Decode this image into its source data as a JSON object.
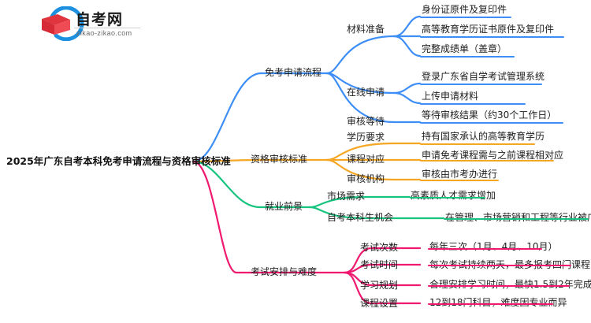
{
  "watermark": {
    "brand": "自考网",
    "domain": "zikao-zikao.com",
    "logo_icon": "graduation-cap-logo-icon",
    "arc_color": "#1e90e0",
    "cap_color": "#e0353f"
  },
  "mindmap": {
    "root": {
      "label": "2025年广东自考本科免考申请流程与资格审核标准"
    },
    "branches": [
      {
        "label": "免考申请流程",
        "color": "#3d8ef7",
        "children": [
          {
            "label": "材料准备",
            "leaves": [
              "身份证原件及复印件",
              "高等教育学历证书原件及复印件",
              "完整成绩单（盖章）"
            ]
          },
          {
            "label": "在线申请",
            "leaves": [
              "登录广东省自学考试管理系统",
              "上传申请材料"
            ]
          },
          {
            "label": "审核等待",
            "leaves": [
              "等待审核结果（约30个工作日）"
            ]
          }
        ]
      },
      {
        "label": "资格审核标准",
        "color": "#f5a623",
        "children": [
          {
            "label": "学历要求",
            "leaves": [
              "持有国家承认的高等教育学历"
            ]
          },
          {
            "label": "课程对应",
            "leaves": [
              "申请免考课程需与之前课程相对应"
            ]
          },
          {
            "label": "审核机构",
            "leaves": [
              "审核由市考办进行"
            ]
          }
        ]
      },
      {
        "label": "就业前景",
        "color": "#17c47f",
        "children": [
          {
            "label": "市场需求",
            "leaves": [
              "高素质人才需求增加"
            ]
          },
          {
            "label": "自考本科生机会",
            "leaves": [
              "在管理、市场营销和工程等行业被广泛接受"
            ]
          }
        ]
      },
      {
        "label": "考试安排与难度",
        "color": "#f0186f",
        "children": [
          {
            "label": "考试次数",
            "leaves": [
              "每年三次（1月、4月、10月）"
            ]
          },
          {
            "label": "考试时间",
            "leaves": [
              "每次考试持续两天，最多报考四门课程"
            ]
          },
          {
            "label": "学习规划",
            "leaves": [
              "合理安排学习时间，最快1.5到2年完成"
            ]
          },
          {
            "label": "课程设置",
            "leaves": [
              "12到18门科目，难度因专业而异"
            ]
          }
        ]
      }
    ]
  }
}
